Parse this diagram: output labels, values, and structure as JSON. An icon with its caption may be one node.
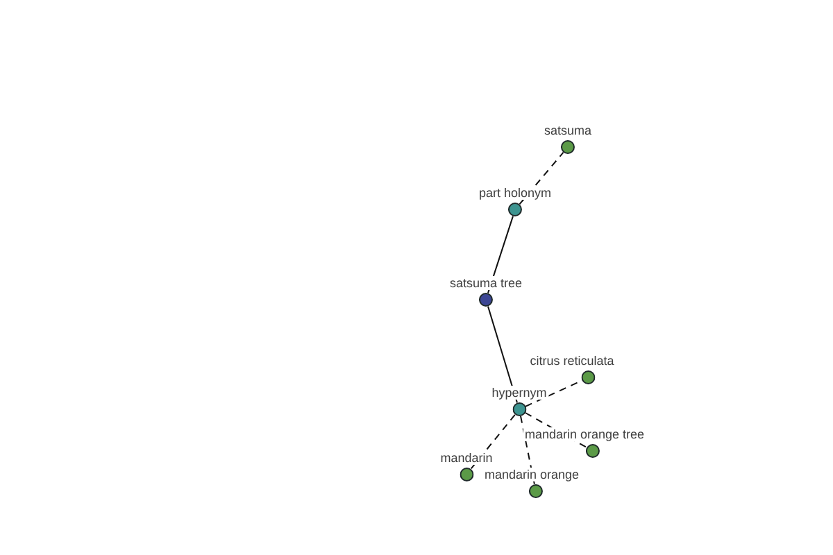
{
  "diagram": {
    "nodes": [
      {
        "text": [
          "satsuma"
        ]
      },
      {
        "text": [
          "part holonym"
        ]
      },
      {
        "text": [
          "satsuma tree"
        ]
      },
      {
        "text": [
          "citrus reticulata"
        ]
      },
      {
        "text": [
          "hypernym"
        ]
      },
      {
        "text": [
          "mandarin orange tree"
        ]
      },
      {
        "text": [
          "mandarin"
        ]
      },
      {
        "text": [
          "mandarin orange"
        ]
      }
    ],
    "edges": [
      {
        "from": 2,
        "to": 1,
        "arrow": "none"
      },
      {
        "from": 1,
        "to": 0,
        "arrow": "none",
        "style": "dashed"
      },
      {
        "from": 2,
        "to": 4,
        "arrow": "none"
      },
      {
        "from": 4,
        "to": 3,
        "arrow": "none",
        "style": "dashed"
      },
      {
        "from": 4,
        "to": 5,
        "arrow": "none",
        "style": "dashed"
      },
      {
        "from": 4,
        "to": 6,
        "arrow": "none",
        "style": "dashed"
      },
      {
        "from": 4,
        "to": 7,
        "arrow": "none",
        "style": "dashed"
      }
    ]
  }
}
